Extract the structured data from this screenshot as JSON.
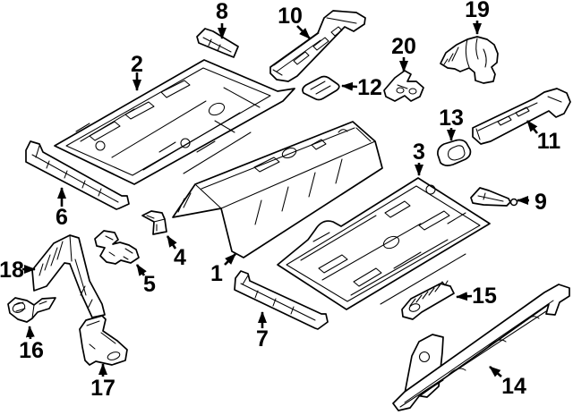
{
  "figure": {
    "kind": "exploded-parts-line-diagram",
    "background_color": "#ffffff",
    "line_color": "#000000",
    "callouts": [
      {
        "label": "1"
      },
      {
        "label": "2"
      },
      {
        "label": "3"
      },
      {
        "label": "4"
      },
      {
        "label": "5"
      },
      {
        "label": "6"
      },
      {
        "label": "7"
      },
      {
        "label": "8"
      },
      {
        "label": "9"
      },
      {
        "label": "10"
      },
      {
        "label": "11"
      },
      {
        "label": "12"
      },
      {
        "label": "13"
      },
      {
        "label": "14"
      },
      {
        "label": "15"
      },
      {
        "label": "16"
      },
      {
        "label": "17"
      },
      {
        "label": "18"
      },
      {
        "label": "19"
      },
      {
        "label": "20"
      }
    ]
  }
}
